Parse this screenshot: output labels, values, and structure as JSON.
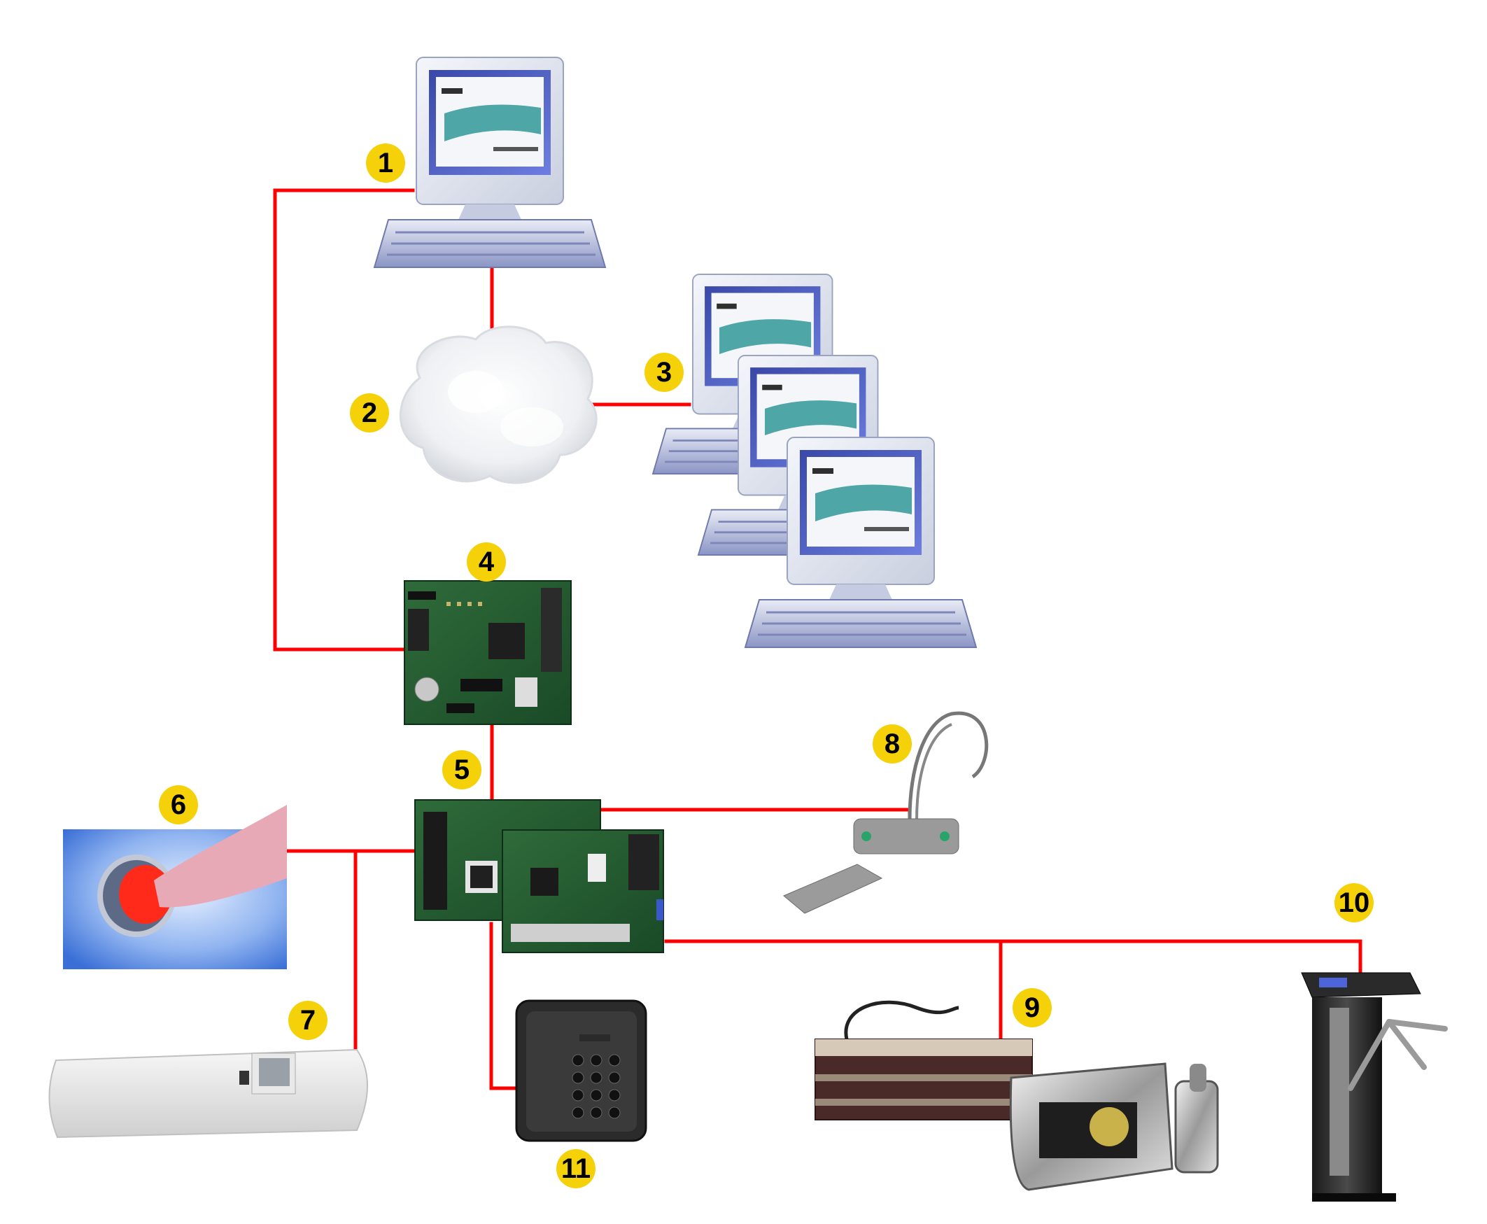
{
  "diagram": {
    "line_color": "#ff0000",
    "badge_color": "#f5d10a",
    "items": [
      {
        "number": "1",
        "icon": "workstation-computer-icon"
      },
      {
        "number": "2",
        "icon": "network-cloud-icon"
      },
      {
        "number": "3",
        "icon": "client-computers-icon"
      },
      {
        "number": "4",
        "icon": "controller-board-icon"
      },
      {
        "number": "5",
        "icon": "io-expansion-boards-icon"
      },
      {
        "number": "6",
        "icon": "exit-push-button-icon"
      },
      {
        "number": "7",
        "icon": "motion-sensor-icon"
      },
      {
        "number": "8",
        "icon": "magnetic-door-contact-icon"
      },
      {
        "number": "9",
        "icon": "electric-locks-icon"
      },
      {
        "number": "10",
        "icon": "turnstile-icon"
      },
      {
        "number": "11",
        "icon": "keypad-reader-icon"
      }
    ]
  }
}
